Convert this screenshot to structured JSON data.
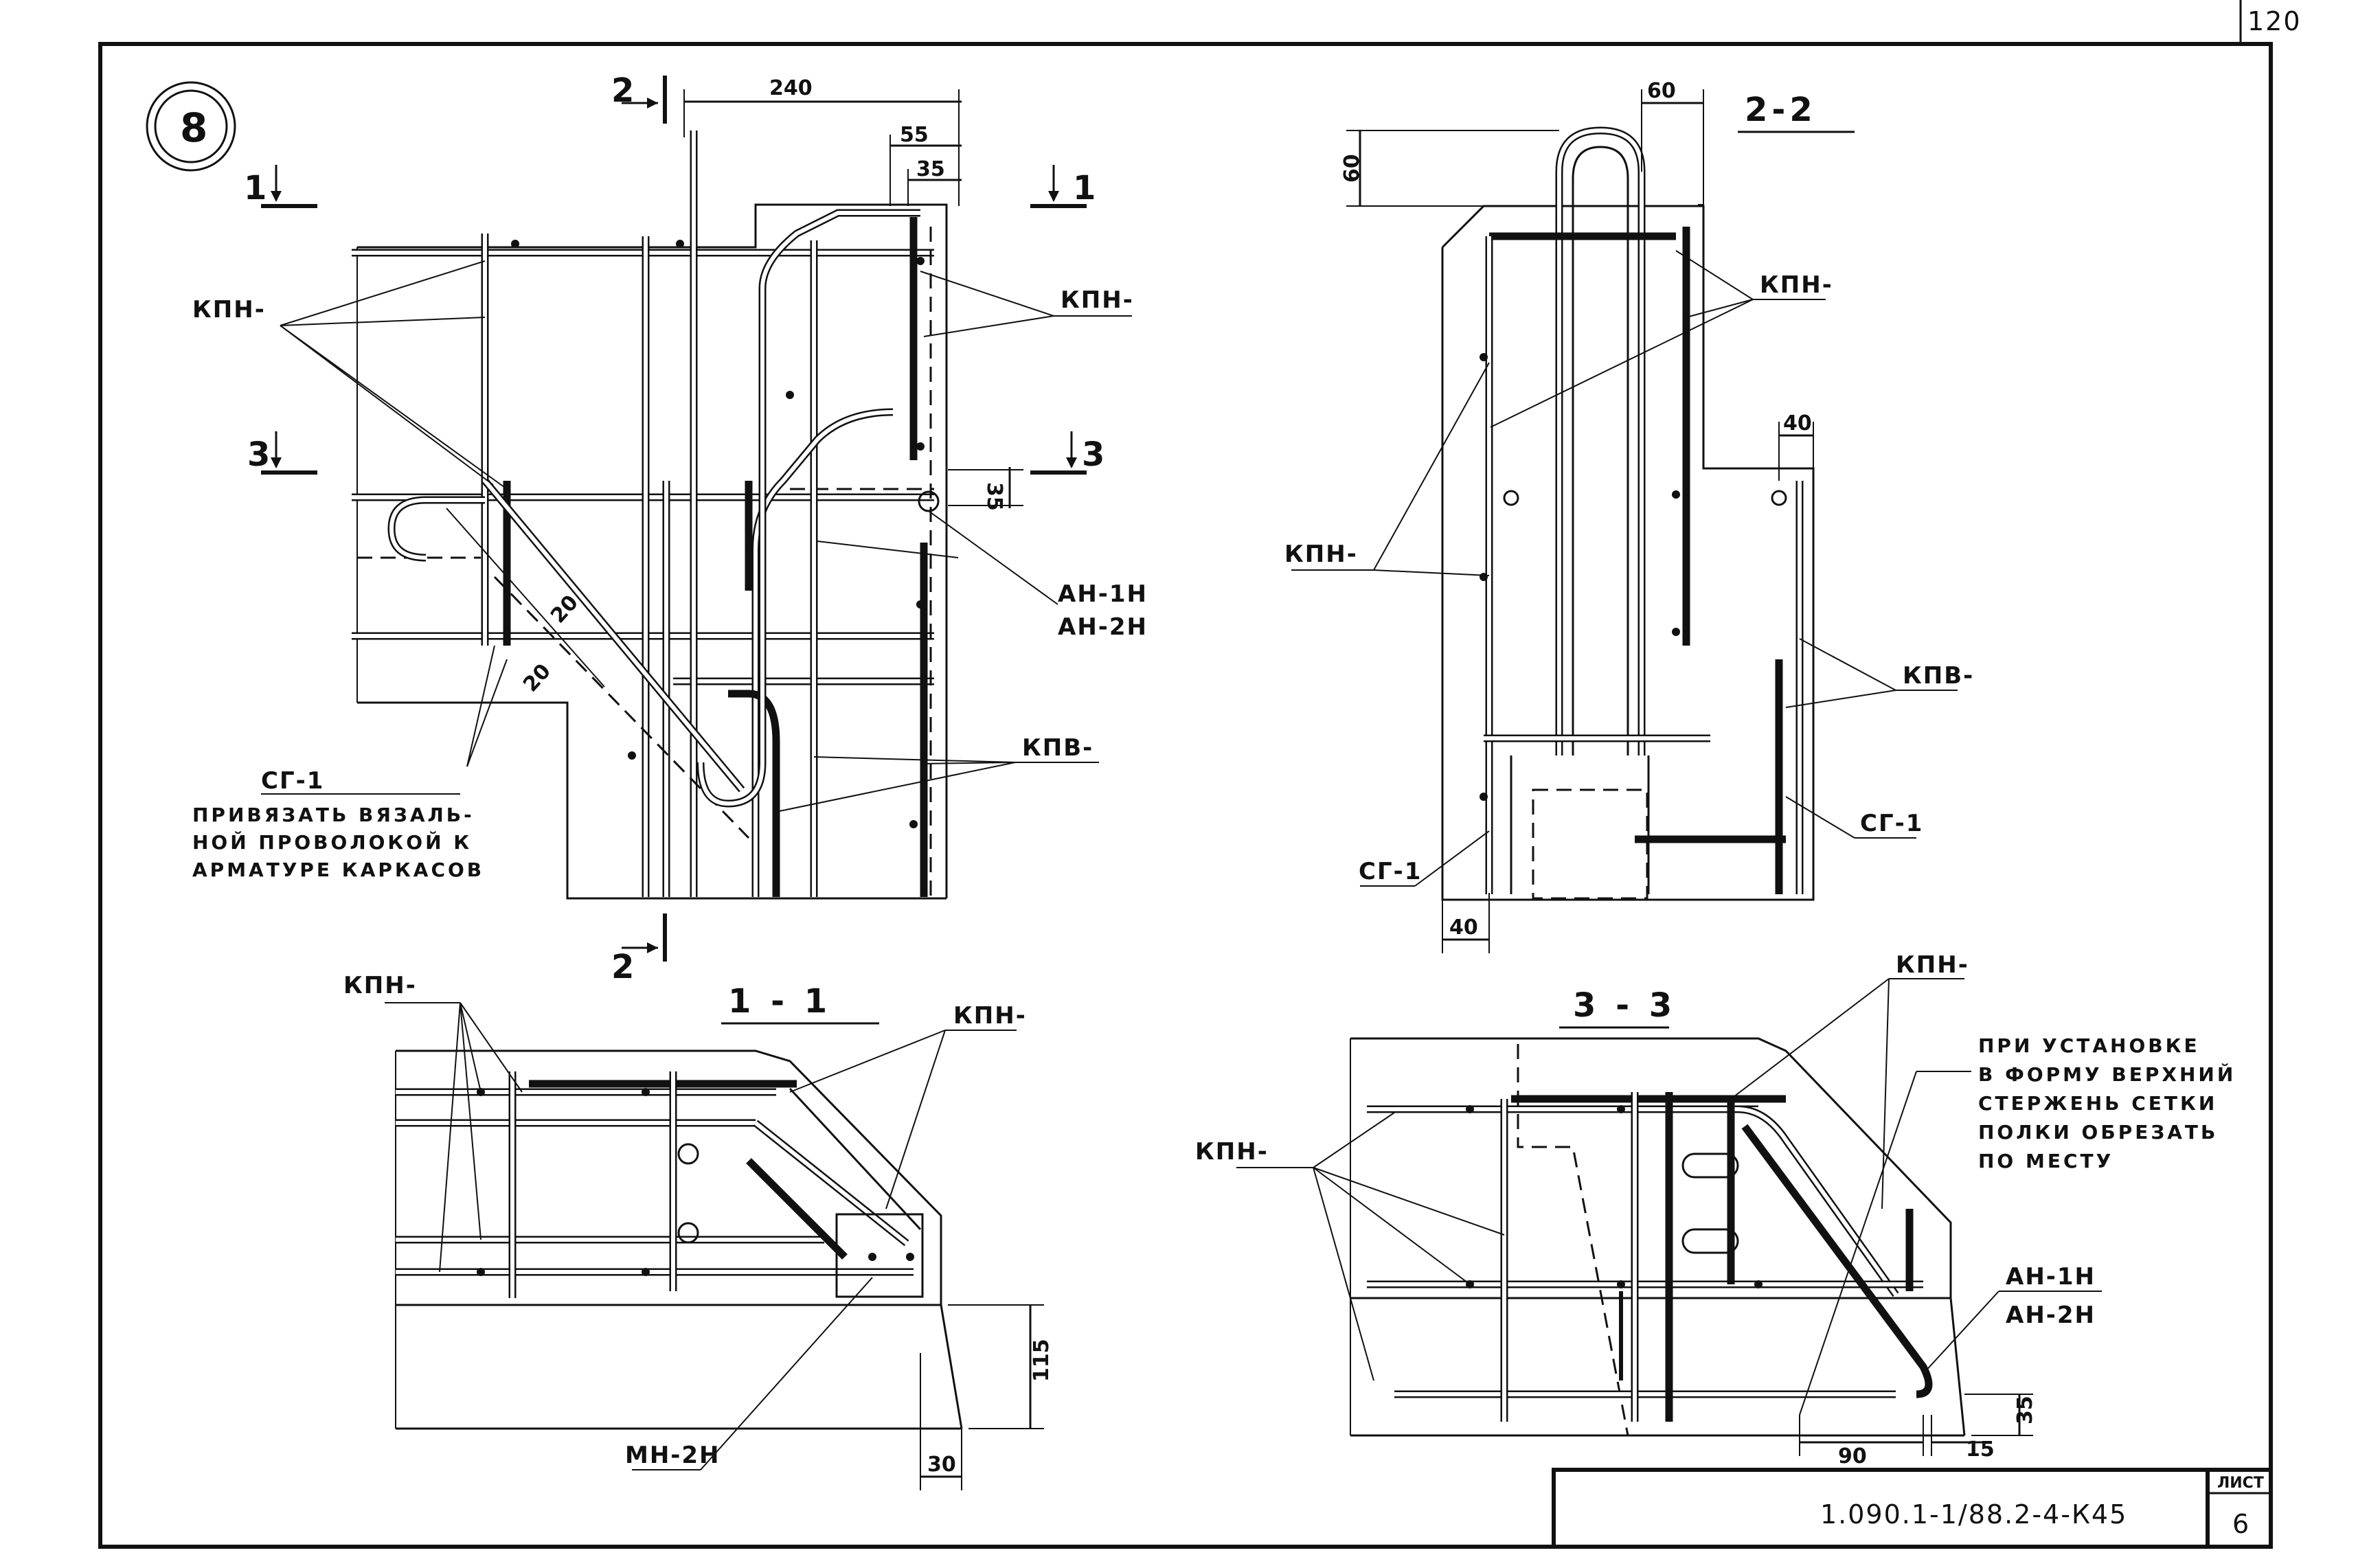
{
  "sheet": {
    "page_number": "120",
    "detail_number": "8",
    "doc_code": "1.090.1-1/88.2-4-К45",
    "sheet_label": "ЛИСТ",
    "sheet_number": "6"
  },
  "plan": {
    "cut_2_top": "2",
    "cut_2_bottom": "2",
    "cut_1": "1",
    "cut_1_right": "1",
    "cut_3": "3",
    "cut_3_right": "3",
    "dim_240": "240",
    "dim_55": "55",
    "dim_35_top": "35",
    "dim_35_mid": "35",
    "dim_20_a": "20",
    "dim_20_b": "20",
    "label_kpn_left": "КПН-",
    "label_kpn_right": "КПН-",
    "label_an1": "АН-1Н",
    "label_an2": "АН-2Н",
    "label_kpv": "КПВ-",
    "label_sg1": "СГ-1",
    "note_line1": "ПРИВЯЗАТЬ ВЯЗАЛЬ-",
    "note_line2": "НОЙ ПРОВОЛОКОЙ К",
    "note_line3": "АРМАТУРЕ КАРКАСОВ"
  },
  "section22": {
    "title": "2-2",
    "dim_60_h": "60",
    "dim_60_v": "60",
    "dim_40_top": "40",
    "dim_40_bottom": "40",
    "label_kpn_right": "КПН-",
    "label_kpn_left": "КПН-",
    "label_kpv": "КПВ-",
    "label_sg1_right": "СГ-1",
    "label_sg1_left": "СГ-1"
  },
  "section11": {
    "title": "1 - 1",
    "label_kpn_left": "КПН-",
    "label_kpn_right": "КПН-",
    "label_mn2": "МН-2Н",
    "dim_115": "115",
    "dim_30": "30"
  },
  "section33": {
    "title": "3 - 3",
    "label_kpn_top": "КПН-",
    "label_kpn_left": "КПН-",
    "note_line1": "ПРИ  УСТАНОВКЕ",
    "note_line2": "В ФОРМУ ВЕРХНИЙ",
    "note_line3": "СТЕРЖЕНЬ  СЕТКИ",
    "note_line4": "ПОЛКИ  ОБРЕЗАТЬ",
    "note_line5": "ПО  МЕСТУ",
    "label_an1": "АН-1Н",
    "label_an2": "АН-2Н",
    "dim_35": "35",
    "dim_90": "90",
    "dim_15": "15"
  }
}
